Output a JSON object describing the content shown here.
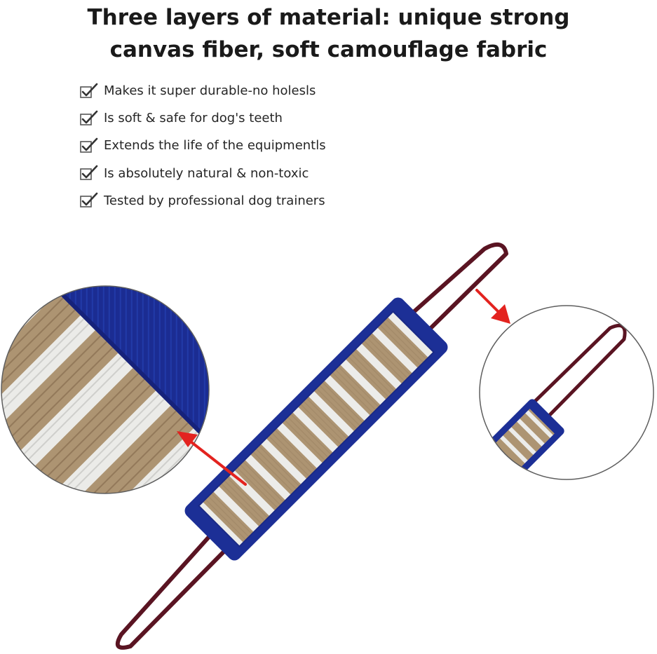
{
  "headline": {
    "line1": "Three layers of material: unique strong",
    "line2": "canvas fiber, soft camouflage fabric"
  },
  "features": [
    {
      "icon": "checkmark-icon",
      "text": "Makes it super durable-no holesls"
    },
    {
      "icon": "checkmark-icon",
      "text": "Is soft & safe for dog's teeth"
    },
    {
      "icon": "checkmark-icon",
      "text": "Extends the life of the equipmentls"
    },
    {
      "icon": "checkmark-icon",
      "text": "Is absolutely natural & non-toxic"
    },
    {
      "icon": "checkmark-icon",
      "text": "Tested by professional dog trainers"
    }
  ],
  "colors": {
    "background": "#ffffff",
    "text": "#1a1a1a",
    "jute": "#ad9472",
    "stripe": "#ececea",
    "blue_trim": "#1c2f96",
    "handle_rope": "#5a1422",
    "arrow": "#e3231f"
  }
}
